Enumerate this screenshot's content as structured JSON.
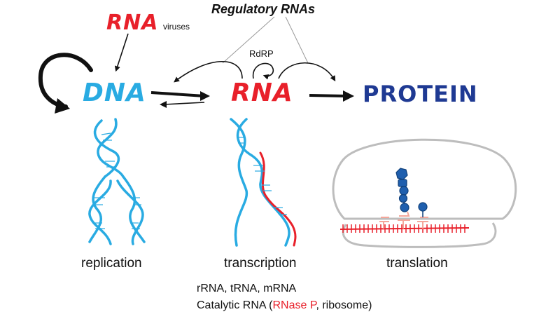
{
  "colors": {
    "red": "#e8202a",
    "cyan": "#29abe2",
    "navy": "#1f3a93",
    "black": "#111111",
    "gray": "#9a9a9a",
    "pink": "#f4a79b",
    "blue_node": "#1f5fae"
  },
  "title": {
    "regulatory": "Regulatory RNAs"
  },
  "top_left": {
    "rna": "RNA",
    "viruses": "viruses"
  },
  "central_dogma": {
    "dna": "DNA",
    "rna": "RNA",
    "protein": "PROTEIN",
    "rdrp": "RdRP"
  },
  "processes": {
    "replication": "replication",
    "transcription": "transcription",
    "translation": "translation"
  },
  "rna_types": {
    "line1": "rRNA, tRNA, mRNA",
    "line2_prefix": "Catalytic RNA (",
    "line2_highlight": "RNase P",
    "line2_suffix": ", ribosome)"
  }
}
